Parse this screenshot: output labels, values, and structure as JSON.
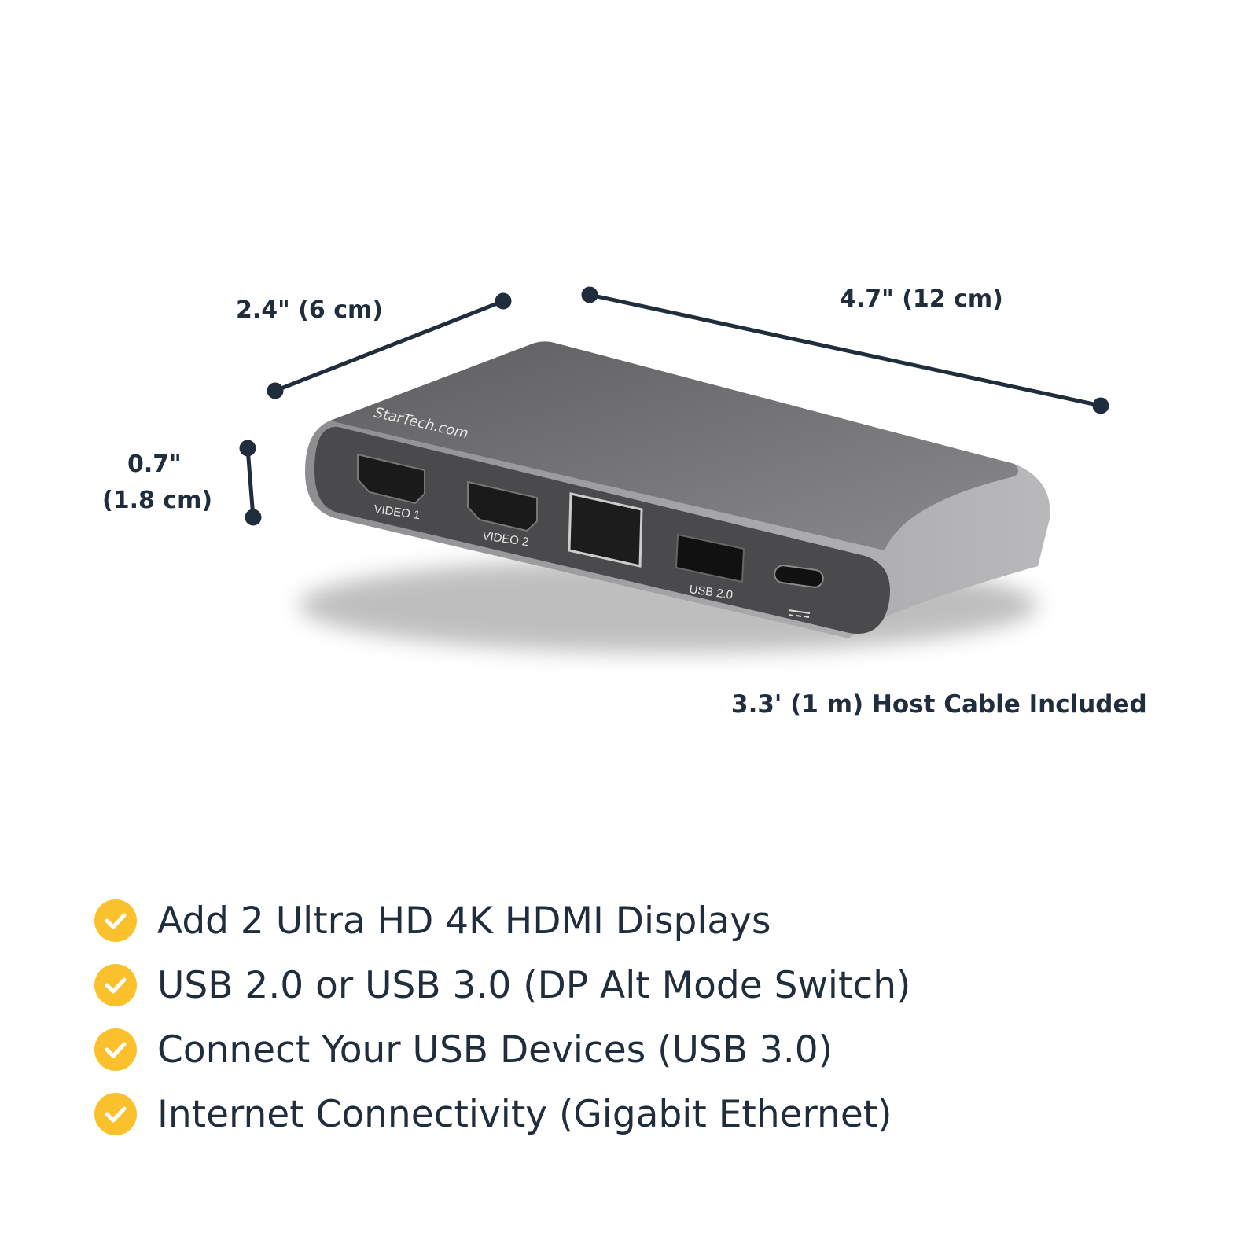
{
  "dimensions": {
    "depth": "2.4\" (6 cm)",
    "width": "4.7\" (12 cm)",
    "height_in": "0.7\"",
    "height_cm": "(1.8 cm)"
  },
  "device": {
    "brand": "StarTech.com",
    "ports": {
      "video1": "VIDEO 1",
      "video2": "VIDEO 2",
      "usb": "USB 2.0"
    }
  },
  "cable_note": "3.3' (1 m) Host Cable Included",
  "features": [
    "Add 2 Ultra HD 4K HDMI Displays",
    "USB 2.0 or USB 3.0 (DP Alt Mode Switch)",
    "Connect Your USB Devices (USB 3.0)",
    "Internet Connectivity (Gigabit Ethernet)"
  ],
  "colors": {
    "text": "#1f2d3d",
    "check": "#fbc12d",
    "device": "#6b6b6d"
  }
}
